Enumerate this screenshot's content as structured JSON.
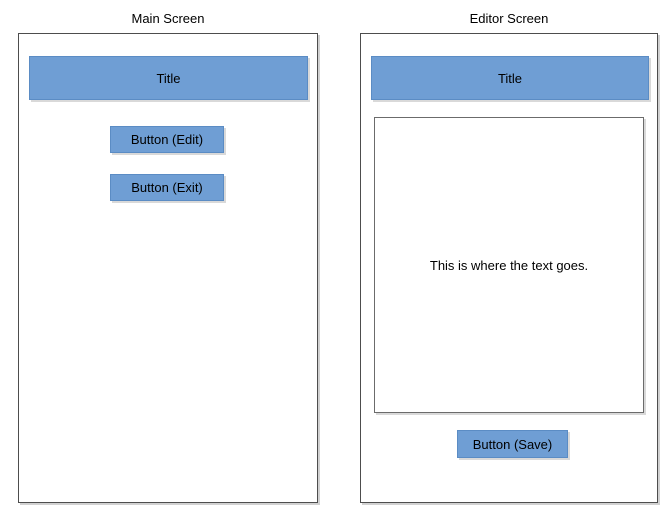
{
  "theme": {
    "accent_blue": "#6f9ed4",
    "accent_blue_border": "#5b8cc4",
    "frame_border": "#4d4d4d",
    "textarea_border": "#6b6b6b",
    "page_background": "#ffffff",
    "text_color": "#000000"
  },
  "screens": [
    {
      "caption": "Main Screen",
      "title_bar": {
        "label": "Title"
      },
      "buttons": [
        {
          "label": "Button (Edit)"
        },
        {
          "label": "Button (Exit)"
        }
      ]
    },
    {
      "caption": "Editor Screen",
      "title_bar": {
        "label": "Title"
      },
      "text_area": {
        "value": "This is where the text goes."
      },
      "buttons": [
        {
          "label": "Button (Save)"
        }
      ]
    }
  ]
}
